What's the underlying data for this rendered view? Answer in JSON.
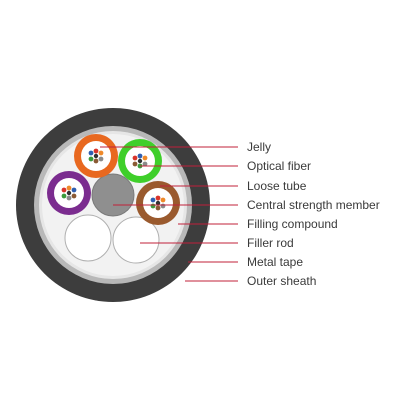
{
  "labels": {
    "jelly": "Jelly",
    "optical_fiber": "Optical fiber",
    "loose_tube": "Loose tube",
    "central_strength_member": "Central strength member",
    "filling_compound": "Filling compound",
    "filler_rod": "Filler rod",
    "metal_tape": "Metal tape",
    "outer_sheath": "Outer sheath"
  },
  "colors": {
    "outer_sheath": "#3d3d3d",
    "metal_tape": "#b8b8b8",
    "filling_compound": "#f2f2f2",
    "central_strength_member": "#8f8f8f",
    "leader_line": "#c0203a",
    "tube_orange": "#e8681f",
    "tube_green": "#3fcf2a",
    "tube_purple": "#7b2c8f",
    "tube_brown": "#9a5a2e",
    "fiber_red": "#d9342b",
    "fiber_blue": "#2f5fb0",
    "fiber_orange": "#ef8a2a",
    "fiber_green": "#3b9a3b",
    "fiber_brown": "#8a5a34",
    "fiber_gray": "#8a8a8a",
    "fiber_black": "#333333"
  }
}
